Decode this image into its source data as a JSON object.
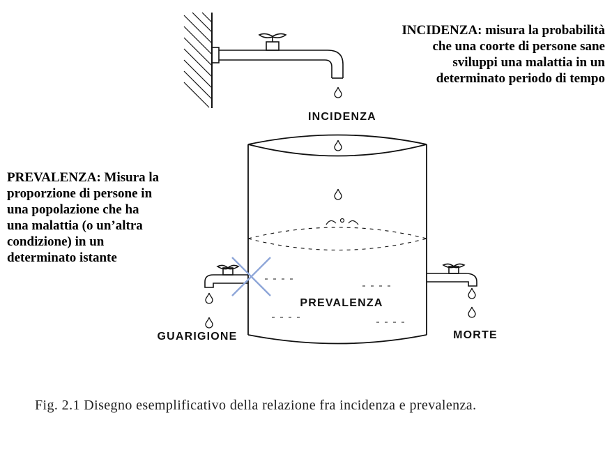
{
  "definitions": {
    "incidence": "INCIDENZA: misura la probabilità\nche una coorte di persone sane\nsviluppi una malattia in un\ndeterminato periodo di tempo",
    "prevalence": "PREVALENZA: Misura la\nproporzione di persone in\nuna popolazione che ha\nuna malattia (o un’altra\ncondizione) in un\ndeterminato istante"
  },
  "diagram": {
    "inflow_label": "INCIDENZA",
    "tank_label": "PREVALENZA",
    "left_outflow_label": "GUARIGIONE",
    "right_outflow_label": "MORTE",
    "closed_valve_mark_color": "#8ea6d8"
  },
  "caption": "Fig. 2.1    Disegno esemplificativo della relazione fra incidenza e prevalenza."
}
